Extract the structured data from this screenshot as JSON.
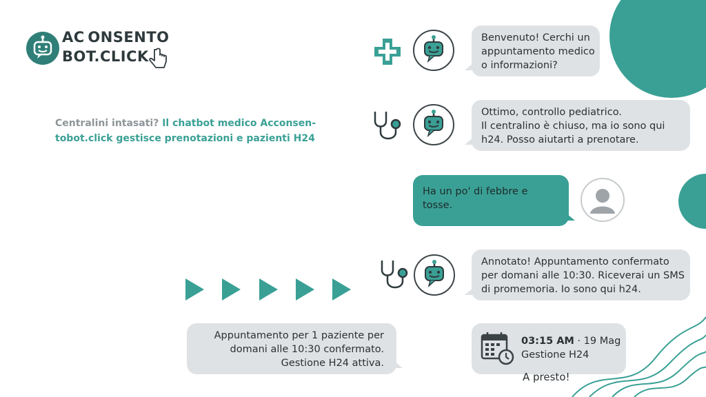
{
  "brand": {
    "line1": "AC ONSENTO",
    "line2": "BOT.CLICK",
    "colors": {
      "teal": "#3aa095",
      "dark_teal": "#2f7f78",
      "bubble_gray": "#dfe2e4"
    }
  },
  "tagline": {
    "gray": "Centralini intasati? ",
    "highlight": "Il chatbot medico Acconsen-tobot.click gestisce prenotazioni e pazienti H24",
    "gray_line1": "Centralini intasati? ",
    "hl_line1": "Il chatbot medico Acconsen-",
    "hl_line2": "tobot.click gestisce prenotazioni e pazienti H24"
  },
  "chat": [
    {
      "from": "bot",
      "icon": "medical-cross-icon",
      "lines": [
        "Benvenuto! Cerchi un",
        "appuntamento medico",
        "o informazioni?"
      ]
    },
    {
      "from": "bot",
      "icon": "stethoscope-icon",
      "lines": [
        "Ottimo, controllo pediatrico.",
        "Il centralino è chiuso, ma io sono qui",
        "h24. Posso aiutarti a prenotare."
      ]
    },
    {
      "from": "user",
      "icon": "user-avatar-icon",
      "lines": [
        "Ha un po' di febbre e",
        "tosse."
      ]
    },
    {
      "from": "bot",
      "icon": "stethoscope-icon",
      "lines": [
        "Annotato! Appuntamento confermato",
        "per domani alle 10:30. Riceverai un SMS",
        "di promemoria. Io sono qui h24."
      ]
    }
  ],
  "summary": {
    "lines": [
      "Appuntamento per 1 paziente per",
      "domani alle 10:30 confermato.",
      "Gestione H24 attiva."
    ]
  },
  "status": {
    "time": "03:15 AM",
    "date": " · 19 Mag",
    "label": "Gestione H24",
    "farewell": "A presto!"
  }
}
